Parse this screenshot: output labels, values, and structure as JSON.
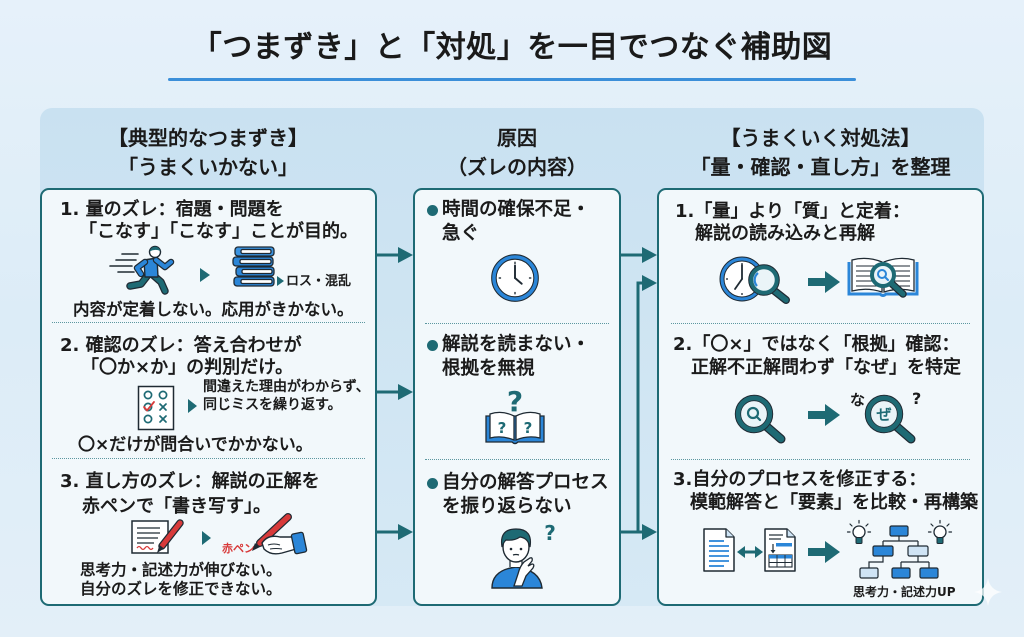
{
  "title": "「つまずき」と「対処」を一目でつなぐ補助図",
  "colors": {
    "teal": "#1e6a74",
    "blue": "#2b86d8",
    "title_underline": "#3b8fd9",
    "red_pen": "#d83a3a",
    "text": "#1b1b1b"
  },
  "columns": {
    "stumbling": {
      "header": [
        "【典型的なつまずき】",
        "「うまくいかない」"
      ],
      "items": [
        {
          "title_lines": [
            "1. 量のズレ：宿題・問題を",
            "「こなす」「こなす」ことが目的。"
          ],
          "icons": [
            "running-person-icon",
            "play-triangle-icon",
            "book-stack-icon"
          ],
          "side_note": "ロス・混乱",
          "result_lines": [
            "内容が定着しない。応用がきかない。"
          ]
        },
        {
          "title_lines": [
            "2. 確認のズレ：答え合わせが",
            "「〇か×か」の判別だけ。"
          ],
          "icons": [
            "checklist-icon",
            "play-triangle-icon"
          ],
          "side_note_lines": [
            "間違えた理由がわからず、",
            "同じミスを繰り返す。"
          ],
          "result_lines": [
            "〇×だけが問合いでかかない。"
          ]
        },
        {
          "title_lines": [
            "3. 直し方のズレ：解説の正解を",
            "赤ペンで「書き写す」。"
          ],
          "icons": [
            "notes-with-pen-icon",
            "play-triangle-icon",
            "hand-writing-red-pen-icon"
          ],
          "icon_label": "赤ペン",
          "result_lines": [
            "思考力・記述力が伸びない。",
            "自分のズレを修正できない。"
          ]
        }
      ]
    },
    "causes": {
      "header": [
        "原因",
        "（ズレの内容）"
      ],
      "items": [
        {
          "lines": [
            "時間の確保不足・",
            "急ぐ"
          ],
          "icon": "clock-icon"
        },
        {
          "lines": [
            "解説を読まない・",
            "根拠を無視"
          ],
          "icon": "open-book-question-icon",
          "glyph": "?"
        },
        {
          "lines": [
            "自分の解答プロセス",
            "を振り返らない"
          ],
          "icon": "thinking-person-icon",
          "glyph": "?"
        }
      ]
    },
    "solutions": {
      "header": [
        "【うまくいく対処法】",
        "「量・確認・直し方」を整理"
      ],
      "items": [
        {
          "title_lines": [
            "1.「量」より「質」と定着：",
            "解説の読み込みと再解"
          ],
          "icons": [
            "clock-magnifier-icon",
            "arrow-right-icon",
            "book-magnifier-icon"
          ]
        },
        {
          "title_lines": [
            "2.「〇×」ではなく「根拠」確認：",
            "正解不正解問わず「なぜ」を特定"
          ],
          "icons": [
            "magnifier-icon",
            "arrow-right-icon",
            "magnifier-why-icon"
          ],
          "why_text": {
            "prefix": "な",
            "lens": "ぜ",
            "suffix": "?"
          }
        },
        {
          "title_lines": [
            "3.自分のプロセスを修正する：",
            "模範解答と「要素」を比較・再構築"
          ],
          "icons": [
            "document-icon",
            "double-arrow-icon",
            "document-diagram-icon",
            "arrow-right-icon",
            "lightbulb-icon",
            "hierarchy-diagram-icon",
            "lightbulb-icon"
          ],
          "caption": "思考力・記述力UP"
        }
      ]
    }
  }
}
